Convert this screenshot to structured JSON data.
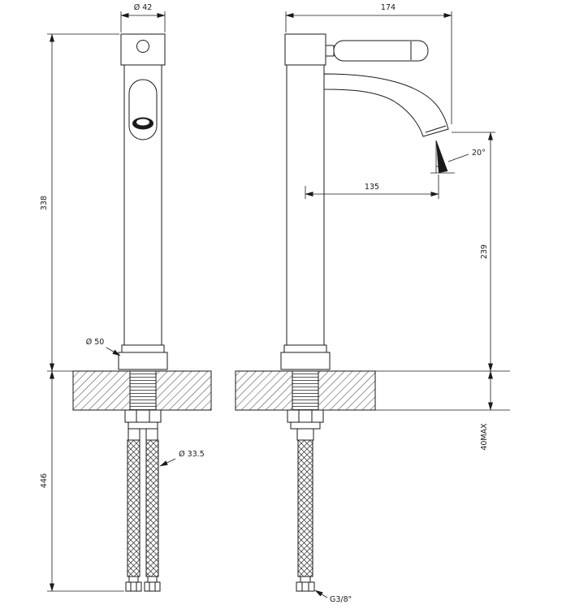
{
  "drawing": {
    "front_view": {
      "dim_knob_diameter": "Ø 42",
      "dim_height_above_deck": "338",
      "dim_base_diameter": "Ø 50",
      "dim_below_deck_length": "446",
      "dim_hose_diameter": "Ø 33.5"
    },
    "side_view": {
      "dim_depth": "174",
      "dim_spray_angle": "20°",
      "dim_spout_reach": "135",
      "dim_spout_height": "239",
      "dim_deck_thickness": "40MAX",
      "dim_connection_thread": "G3/8\""
    }
  }
}
